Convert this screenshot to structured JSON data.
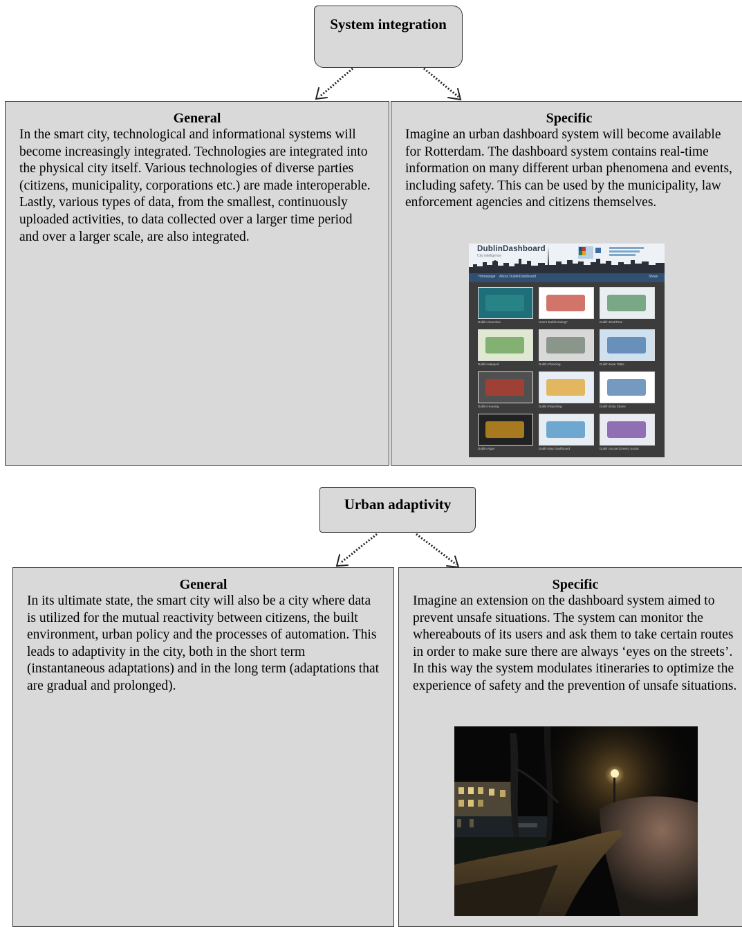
{
  "section1": {
    "title": "System integration",
    "general": {
      "heading": "General",
      "text": "In the smart city, technological and informational systems will become increasingly integrated. Technologies are integrated into the physical city itself. Various technologies of diverse parties (citizens, municipality, corporations etc.) are made interoperable. Lastly, various types of data, from the smallest, continuously uploaded activities, to data collected over a larger time period and over a larger scale, are also integrated."
    },
    "specific": {
      "heading": "Specific",
      "text": "Imagine an urban dashboard system will become available for Rotterdam. The dashboard system contains real-time information on many different urban phenomena and events, including safety. This can be used by the municipality, law enforcement agencies and citizens themselves."
    },
    "image": {
      "brand": "DublinDashboard",
      "subtitle": "City intelligence",
      "nav": [
        "Homepage",
        "About DublinDashboard"
      ],
      "share": "Share",
      "tiles": [
        "Dublin Overview",
        "How's Dublin Doing?",
        "Dublin RealTime",
        "Dublin Mapped",
        "Dublin Planning",
        "Dublin Near Table",
        "Dublin Housing",
        "Dublin Reporting",
        "Dublin Data Stores",
        "Dublin Apps",
        "Dublin Bay Dashboard",
        "Dublin Social (Green) Social"
      ]
    }
  },
  "section2": {
    "title": "Urban adaptivity",
    "general": {
      "heading": "General",
      "text": "In its ultimate state, the smart city will also be a city where data is utilized for the mutual reactivity between citizens, the built environment, urban policy and the processes of automation. This leads to adaptivity in the city, both in the short term (instantaneous adaptations) and in the long term (adaptations that are gradual and prolonged)."
    },
    "specific": {
      "heading": "Specific",
      "text": "Imagine an extension on the dashboard system aimed to prevent unsafe situations. The system can monitor the whereabouts of its users and ask them to take certain routes in order to make sure there are always ‘eyes on the streets’. In this way the system modulates itineraries to optimize the experience of safety and the prevention of unsafe situations."
    }
  },
  "colors": {
    "box_fill": "#d9d9d9",
    "border": "#333333",
    "arrow": "#222222"
  }
}
